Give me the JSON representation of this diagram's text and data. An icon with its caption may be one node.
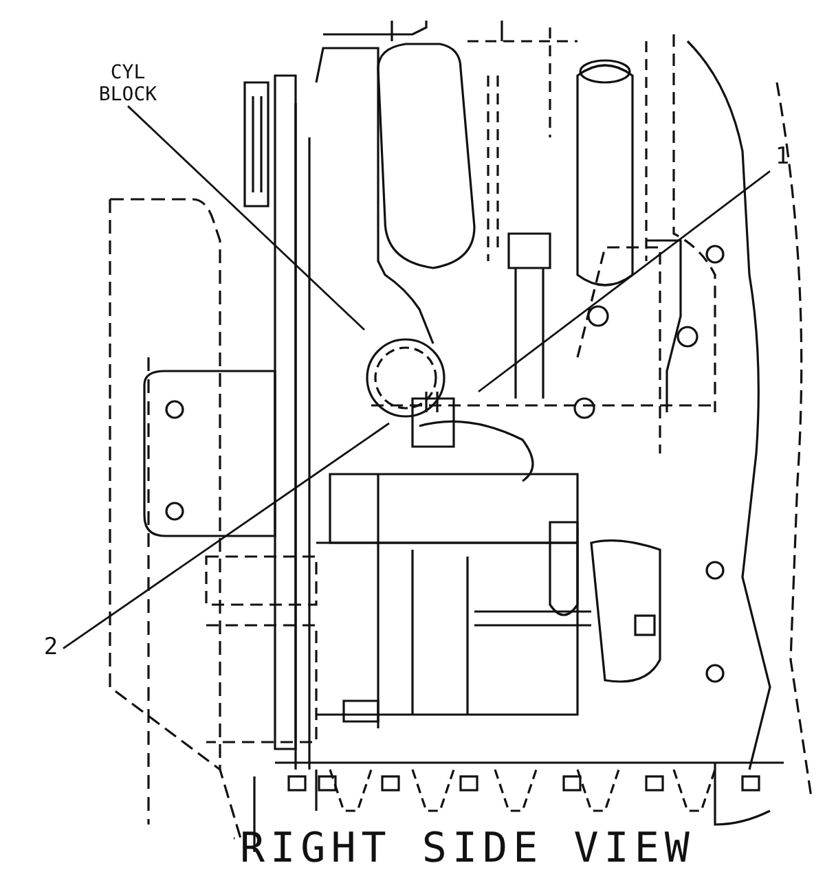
{
  "diagram": {
    "title": "RIGHT SIDE VIEW",
    "nodes": [
      {
        "text": [
          "CYL BLOCK"
        ]
      },
      {
        "text": [
          "1"
        ]
      },
      {
        "text": [
          "2"
        ]
      }
    ],
    "edges": [
      {
        "from": 0,
        "to": null,
        "arrow": "none"
      },
      {
        "from": 1,
        "to": null,
        "arrow": "none"
      },
      {
        "from": 2,
        "to": null,
        "arrow": "none"
      }
    ]
  }
}
